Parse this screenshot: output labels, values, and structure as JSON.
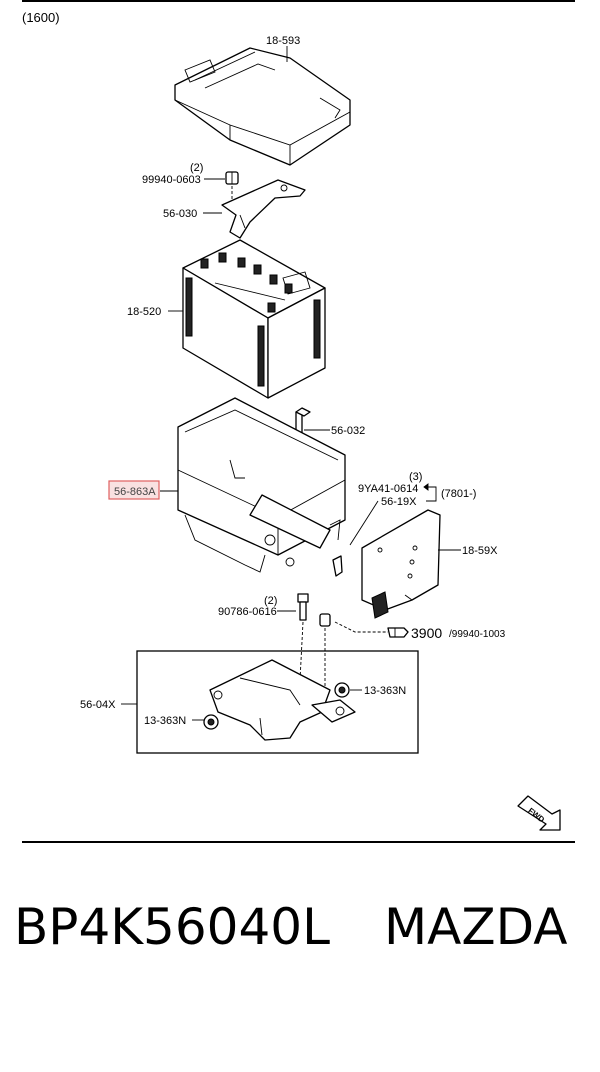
{
  "diagram": {
    "group_code": "(1600)",
    "labels": {
      "l18593": "18-593",
      "l99940qty": "(2)",
      "l99940": "99940-0603",
      "l56030": "56-030",
      "l18520": "18-520",
      "l56032": "56-032",
      "l56863": "56-863A",
      "l9yaqty": "(3)",
      "l9ya41": "9YA41-0614",
      "l5619x": "56-19X",
      "l7801": "(7801-)",
      "l1859x": "18-59X",
      "l90786qty": "(2)",
      "l90786": "90786-0616",
      "l3900": "3900",
      "l3900ref": "/99940-1003",
      "l13363a": "13-363N",
      "l13363b": "13-363N",
      "l5604x": "56-04X",
      "fwd": "FWD"
    },
    "highlight_color": "#e06060"
  },
  "caption": {
    "part_number": "BP4K56040L",
    "brand": "MAZDA"
  }
}
